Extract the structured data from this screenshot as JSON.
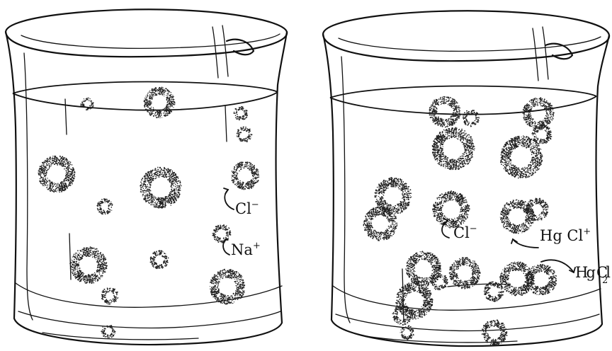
{
  "labels": {
    "chloride_left": "Cl",
    "chloride_left_charge": "−",
    "sodium": "Na",
    "sodium_charge": "+",
    "chloride_right": "Cl",
    "chloride_right_charge": "−",
    "hgcl": "Hg Cl",
    "hgcl_charge": "+",
    "hgcl2": "Hg Cl",
    "hgcl2_sub": "2"
  }
}
